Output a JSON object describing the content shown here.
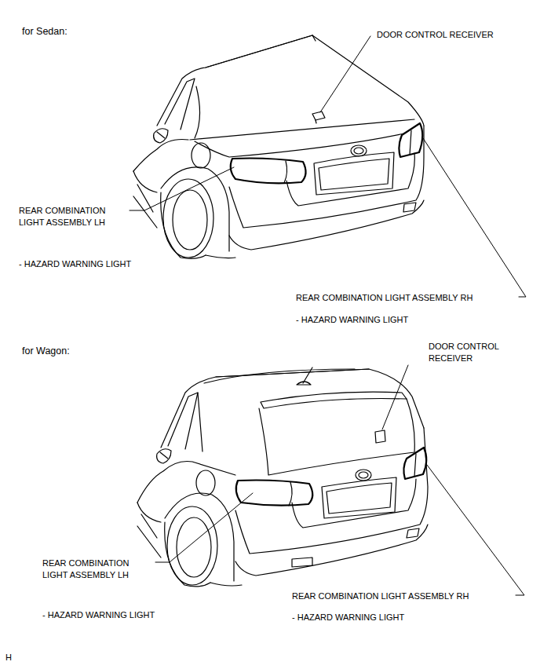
{
  "diagram": {
    "labels": [
      "for Sedan:",
      "DOOR CONTROL RECEIVER",
      "REAR COMBINATION LIGHT ASSEMBLY LH",
      "- HAZARD WARNING LIGHT",
      "REAR COMBINATION LIGHT ASSEMBLY RH",
      "- HAZARD WARNING LIGHT",
      "for Wagon:",
      "DOOR CONTROL RECEIVER",
      "REAR COMBINATION LIGHT ASSEMBLY LH",
      "- HAZARD WARNING LIGHT",
      "REAR COMBINATION LIGHT ASSEMBLY RH",
      "- HAZARD WARNING LIGHT",
      "H"
    ]
  }
}
